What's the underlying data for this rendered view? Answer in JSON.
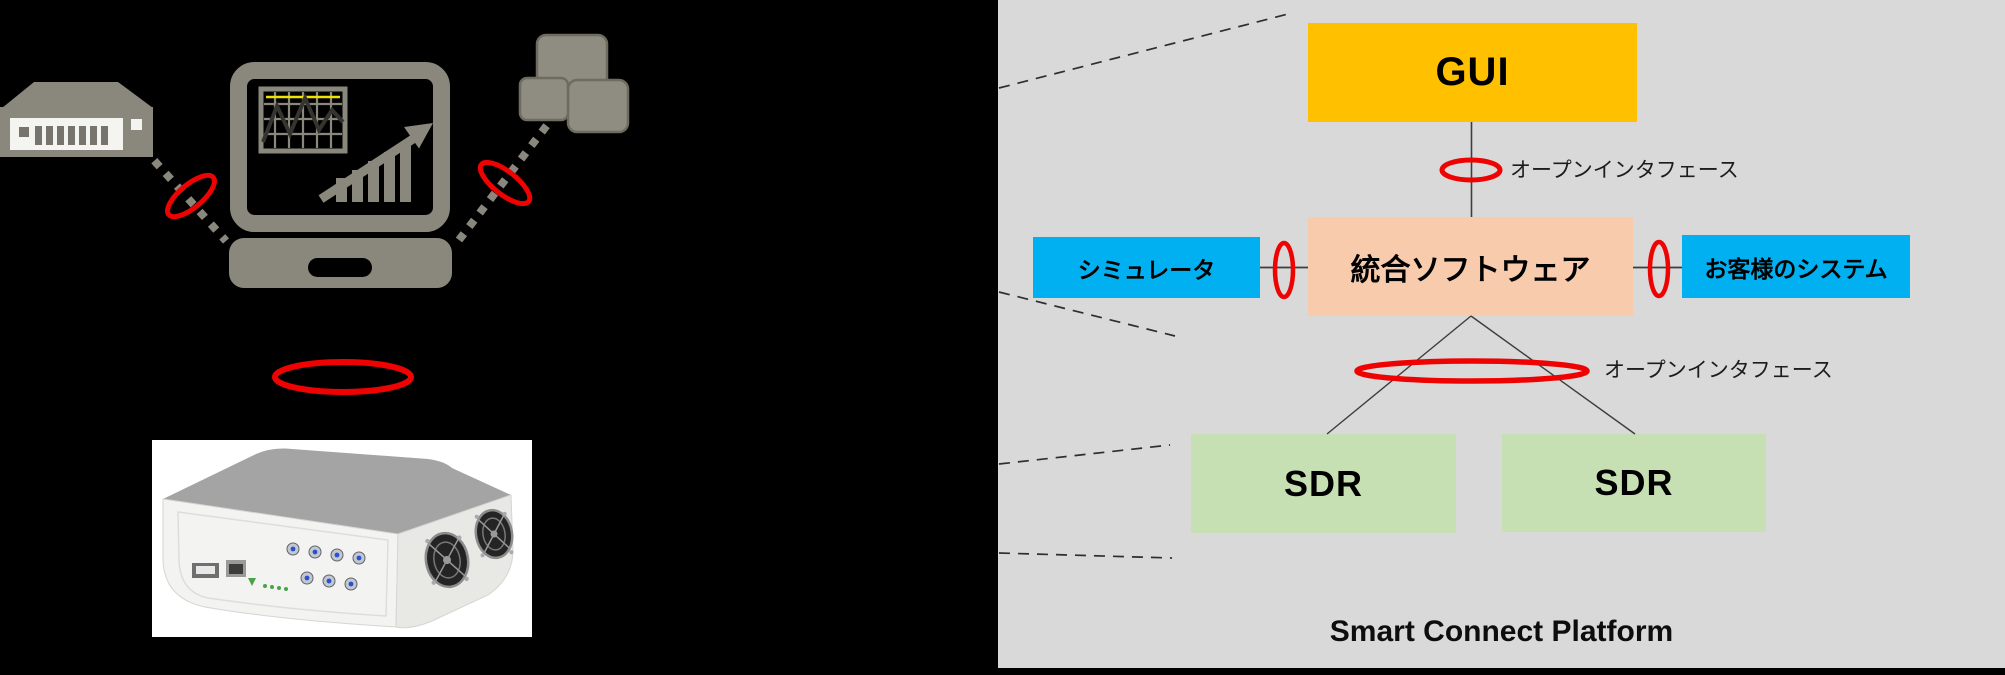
{
  "diagram": {
    "title": "Smart Connect Platform",
    "panel_background": "#d9d9d9",
    "accent_red": "#ee0202",
    "icon_gray": "#8a877d",
    "boxes": {
      "gui": {
        "label": "GUI",
        "color": "#ffc000"
      },
      "integrated_software": {
        "label": "統合ソフトウェア",
        "color": "#f8cbad"
      },
      "simulator": {
        "label": "シミュレータ",
        "color": "#00b0f0"
      },
      "customer_system": {
        "label": "お客様のシステム",
        "color": "#00b0f0"
      },
      "sdr_left": {
        "label": "SDR",
        "color": "#c6e0b4"
      },
      "sdr_right": {
        "label": "SDR",
        "color": "#c6e0b4"
      }
    },
    "interface_labels": {
      "upper": "オープンインタフェース",
      "lower": "オープンインタフェース"
    },
    "left_scene_icons": [
      "radio-hardware-icon",
      "laptop-analytics-icon",
      "app-windows-icon",
      "interface-ring-marker",
      "sdr-device-photo"
    ]
  }
}
